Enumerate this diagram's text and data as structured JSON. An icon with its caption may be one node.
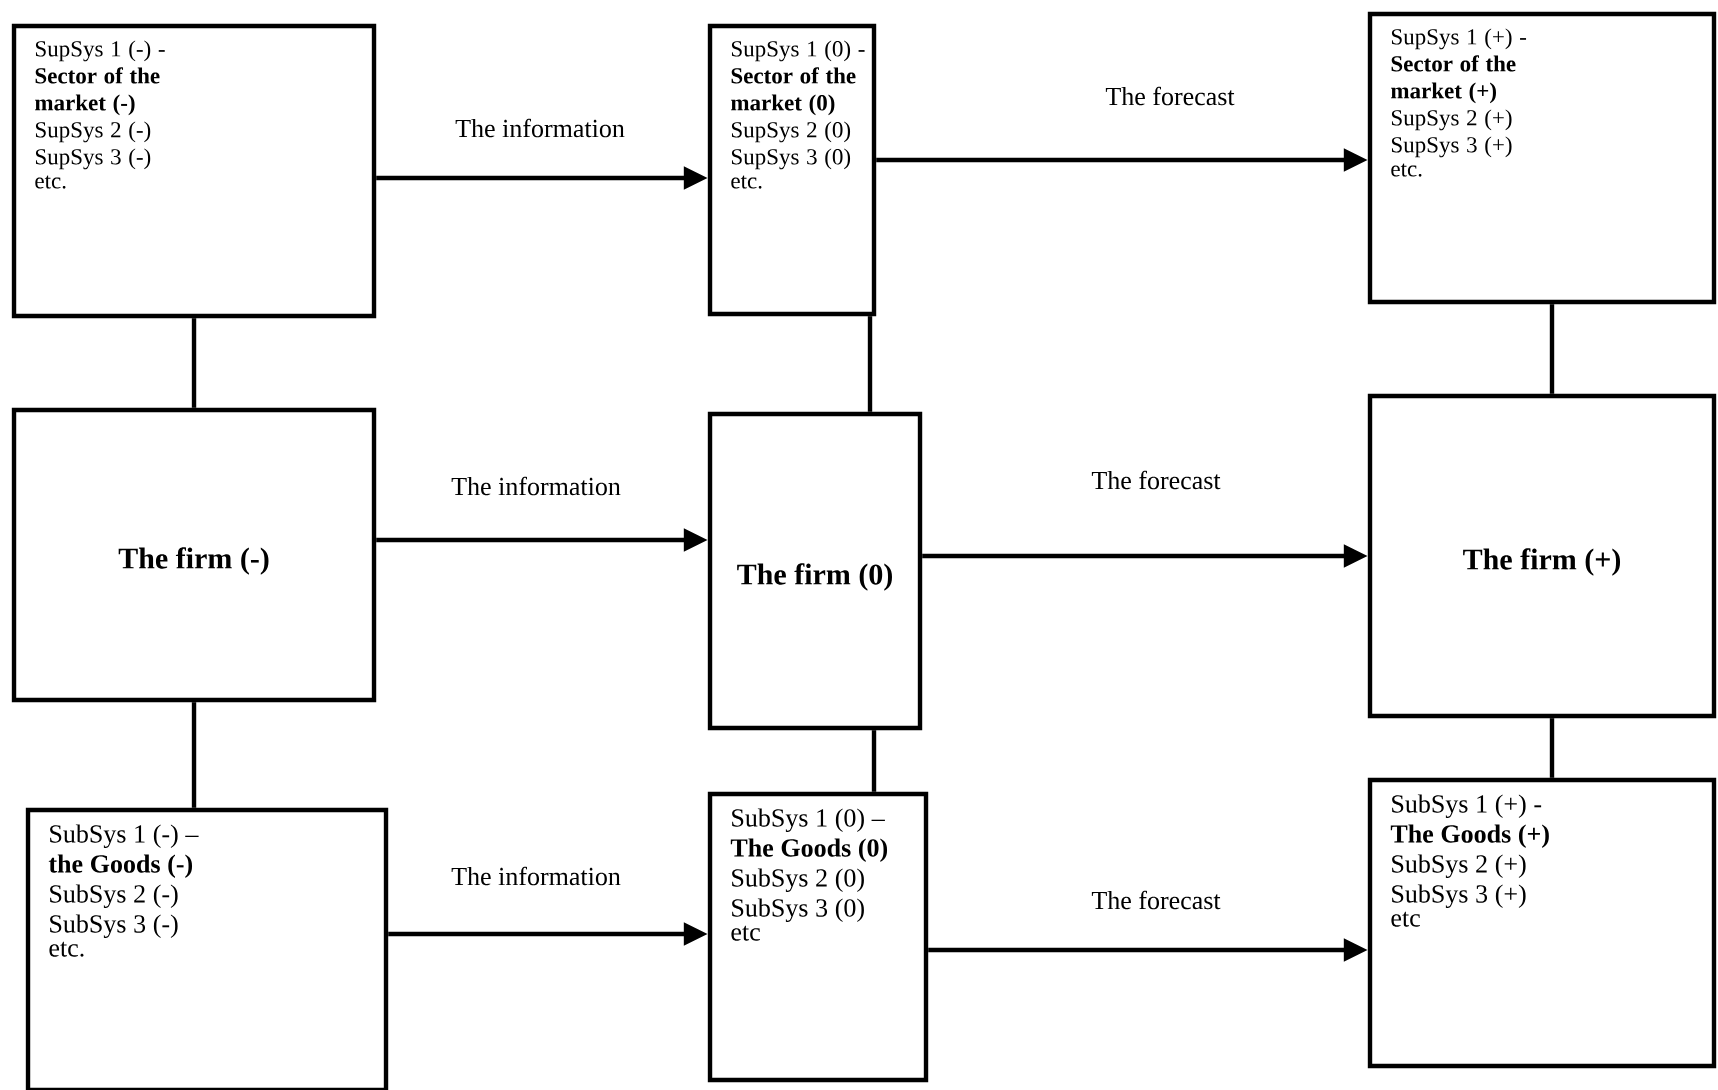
{
  "diagram": {
    "nodes": [
      {
        "text": [
          "SupSys 1 (-) -",
          "Sector of the market (-)",
          "SupSys 2 (-)",
          "SupSys 3 (-)",
          "etc."
        ]
      },
      {
        "text": [
          "SupSys 1 (0) -",
          "Sector of the market (0)",
          "SupSys 2 (0)",
          "SupSys 3 (0)",
          "etc."
        ]
      },
      {
        "text": [
          "SupSys 1 (+) -",
          "Sector of the market (+)",
          "SupSys 2 (+)",
          "SupSys 3 (+)",
          "etc."
        ]
      },
      {
        "text": [
          "The firm (-)"
        ]
      },
      {
        "text": [
          "The firm (0)"
        ]
      },
      {
        "text": [
          "The firm (+)"
        ]
      },
      {
        "text": [
          "SubSys 1 (-) –",
          "the Goods (-)",
          "SubSys 2 (-)",
          "SubSys 3 (-)",
          "etc."
        ]
      },
      {
        "text": [
          "SubSys 1 (0) –",
          "The Goods (0)",
          "SubSys 2 (0)",
          "SubSys 3 (0)",
          "etc"
        ]
      },
      {
        "text": [
          "SubSys 1 (+) -",
          "The Goods (+)",
          "SubSys 2 (+)",
          "SubSys 3 (+)",
          "etc"
        ]
      }
    ],
    "edges": [
      {
        "from": 0,
        "to": 1,
        "arrow": "to",
        "label": "The information"
      },
      {
        "from": 1,
        "to": 2,
        "arrow": "to",
        "label": "The forecast"
      },
      {
        "from": 3,
        "to": 4,
        "arrow": "to",
        "label": "The information"
      },
      {
        "from": 4,
        "to": 5,
        "arrow": "to",
        "label": "The forecast"
      },
      {
        "from": 6,
        "to": 7,
        "arrow": "to",
        "label": "The information"
      },
      {
        "from": 7,
        "to": 8,
        "arrow": "to",
        "label": "The forecast"
      },
      {
        "from": 0,
        "to": 3,
        "arrow": "none"
      },
      {
        "from": 3,
        "to": 6,
        "arrow": "none"
      },
      {
        "from": 1,
        "to": 4,
        "arrow": "none"
      },
      {
        "from": 4,
        "to": 7,
        "arrow": "none"
      },
      {
        "from": 2,
        "to": 5,
        "arrow": "none"
      },
      {
        "from": 5,
        "to": 8,
        "arrow": "none"
      }
    ]
  }
}
